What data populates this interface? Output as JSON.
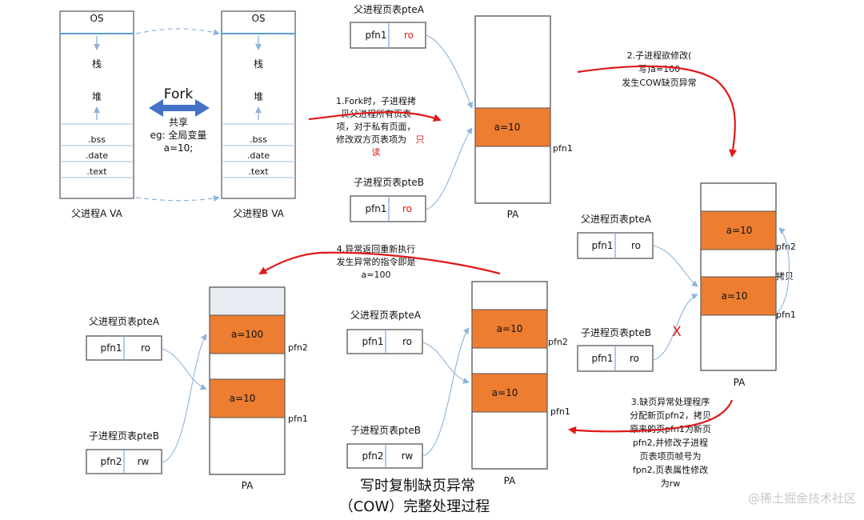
{
  "va_a": {
    "os": "OS",
    "stack": "栈",
    "heap": "堆",
    "bss": ".bss",
    "date": ".date",
    "text": ".text",
    "caption": "父进程A VA"
  },
  "va_b": {
    "os": "OS",
    "stack": "栈",
    "heap": "堆",
    "bss": ".bss",
    "date": ".date",
    "text": ".text",
    "caption": "父进程B VA"
  },
  "fork": {
    "label": "Fork",
    "share": "共享",
    "eg": "eg: 全局变量",
    "var": "a=10;"
  },
  "stage1": {
    "pte_a": {
      "title": "父进程页表pteA",
      "pfn": "pfn1",
      "attr": "ro"
    },
    "pte_b": {
      "title": "子进程页表pteB",
      "pfn": "pfn1",
      "attr": "ro"
    },
    "pa": {
      "caption": "PA",
      "page1": "a=10",
      "pfn1": "pfn1"
    },
    "note": [
      "1.Fork时，子进程拷",
      "贝父进程所有页表",
      "项，对于私有页面，",
      "修改双方页表项为"
    ],
    "note_red1": "只",
    "note_red2": "读"
  },
  "stage2": {
    "note": [
      "2.子进程欲修改(",
      "写)a=100",
      "发生COW缺页异常"
    ]
  },
  "stage3": {
    "pte_a": {
      "title": "父进程页表pteA",
      "pfn": "pfn1",
      "attr": "ro"
    },
    "pte_b": {
      "title": "子进程页表pteB",
      "pfn": "pfn1",
      "attr": "ro"
    },
    "pa": {
      "caption": "PA",
      "page2": "a=10",
      "page1": "a=10",
      "pfn2": "pfn2",
      "pfn1": "pfn1",
      "copy": "拷贝"
    },
    "cross": "X",
    "note": [
      "3.缺页异常处理程序",
      "分配新页pfn2，拷贝",
      "原来的页pfn1为新页",
      "pfn2,并修改子进程",
      "页表项页帧号为",
      "fpn2,页表属性修改",
      "为rw"
    ]
  },
  "stage_mid": {
    "pte_a": {
      "title": "父进程页表pteA",
      "pfn": "pfn1",
      "attr": "ro"
    },
    "pte_b": {
      "title": "子进程页表pteB",
      "pfn": "pfn2",
      "attr": "rw"
    },
    "pa": {
      "caption": "PA",
      "page2": "a=10",
      "page1": "a=10",
      "pfn2": "pfn2",
      "pfn1": "pfn1"
    }
  },
  "stage4": {
    "pte_a": {
      "title": "父进程页表pteA",
      "pfn": "pfn1",
      "attr": "ro"
    },
    "pte_b": {
      "title": "子进程页表pteB",
      "pfn": "pfn2",
      "attr": "rw"
    },
    "pa": {
      "caption": "PA",
      "page2": "a=100",
      "page1": "a=10",
      "pfn2": "pfn2",
      "pfn1": "pfn1"
    },
    "note": [
      "4.异常返回重新执行",
      "发生异常的指令即是",
      "a=100"
    ]
  },
  "footer": {
    "line1": "写时复制缺页异常",
    "line2": "（COW）完整处理过程"
  },
  "watermark": "@稀土掘金技术社区",
  "colors": {
    "page": "#ed7d31",
    "flow": "#e01818",
    "line": "#7aa7d8"
  }
}
